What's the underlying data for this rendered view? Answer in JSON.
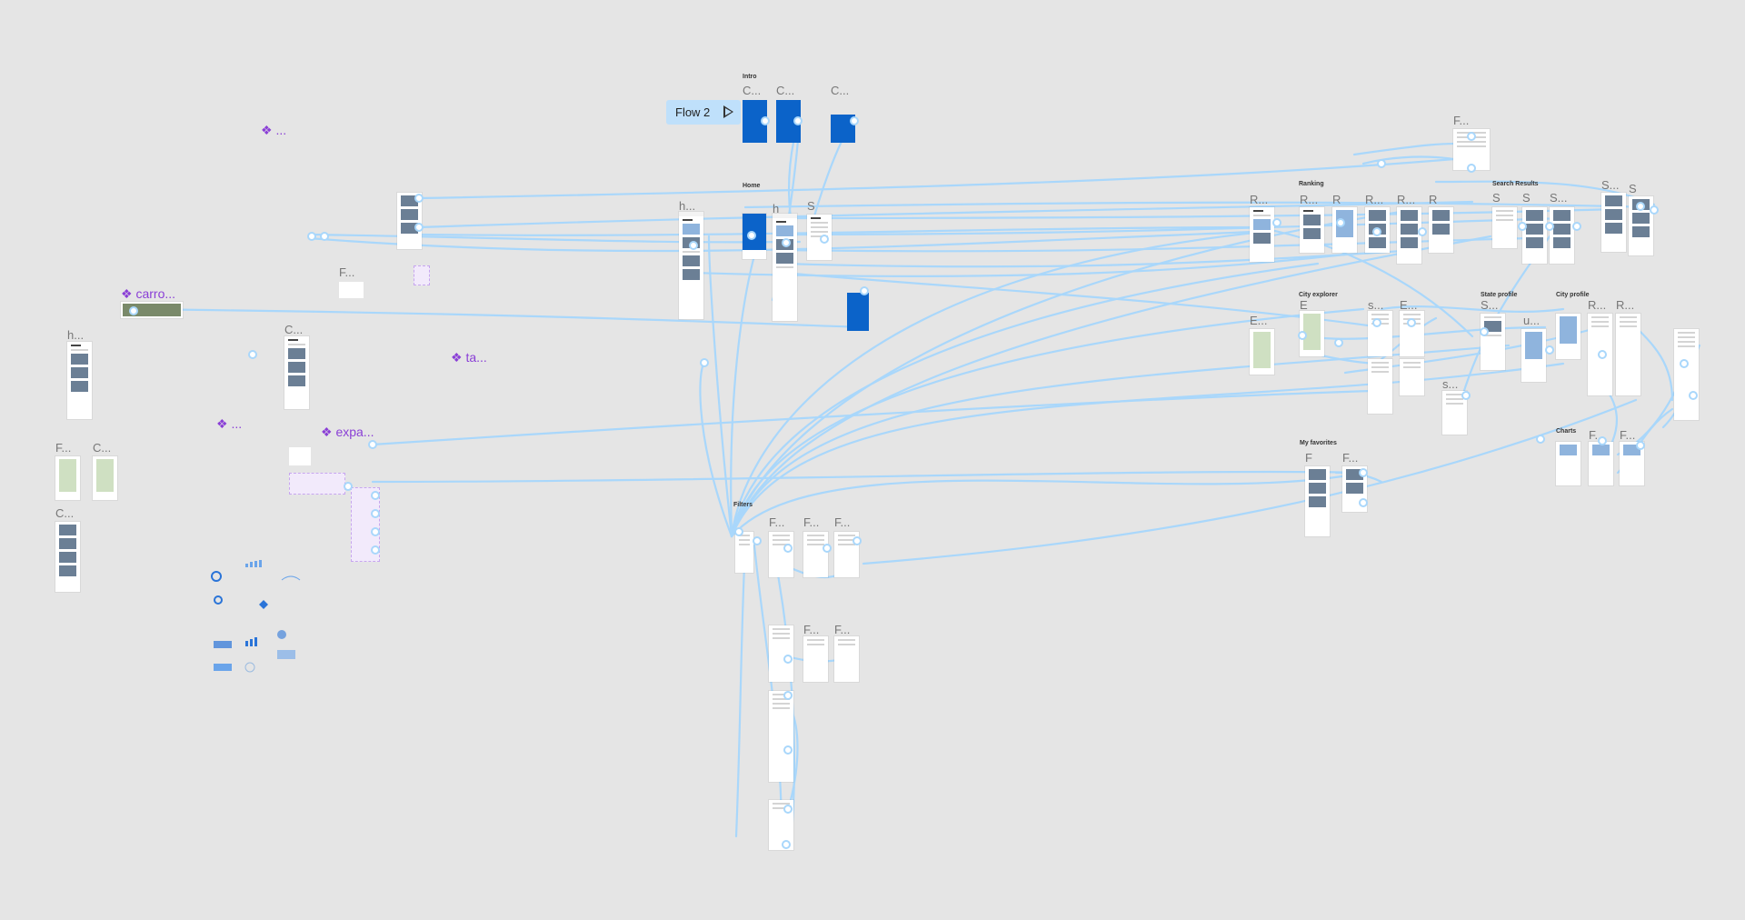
{
  "flow": {
    "label": "Flow 2"
  },
  "sections": {
    "intro": "Intro",
    "home": "Home",
    "ranking": "Ranking",
    "search_results": "Search Results",
    "city_explorer": "City explorer",
    "state_profile": "State profile",
    "city_profile": "City profile",
    "my_favorites": "My favorites",
    "charts": "Charts",
    "filters": "Filters"
  },
  "frame_labels": {
    "intro1": "C...",
    "intro2": "C...",
    "intro3": "C...",
    "home1": "h...",
    "home2": "h",
    "home3": "S",
    "f_top_right": "F...",
    "ranking1": "R...",
    "ranking2": "R",
    "ranking3": "R...",
    "ranking4": "R...",
    "ranking5": "R",
    "search1": "S",
    "search2": "S",
    "search3": "S...",
    "search4": "S...",
    "search5": "S",
    "explorer1": "E...",
    "explorer2": "E",
    "explorer3": "E...",
    "s1": "s...",
    "e4": "E...",
    "state1": "S...",
    "city1": "u...",
    "city2": "R...",
    "city3": "R...",
    "s2": "s...",
    "fav1": "F",
    "fav2": "F...",
    "chart1": "F...",
    "chart2": "F...",
    "filt1": "F...",
    "filt2": "F...",
    "filt3": "F...",
    "filt4": "F...",
    "filt5": "F...",
    "left_h": "h...",
    "left_f": "F...",
    "left_c": "C...",
    "left_c2": "C...",
    "mid_c": "C...",
    "mid_f": "F..."
  },
  "components": {
    "carrousel": "carro...",
    "tabs": "ta...",
    "expand": "expa...",
    "comp1": "...",
    "comp2": "..."
  },
  "colors": {
    "canvas": "#e5e5e5",
    "connector": "#a9d7fb",
    "frame_blue": "#0b63c9",
    "component_purple": "#8a3fd6",
    "flow_badge": "#bfe0fb"
  },
  "icons": {
    "play": "play-icon",
    "component": "component-diamond-icon"
  }
}
